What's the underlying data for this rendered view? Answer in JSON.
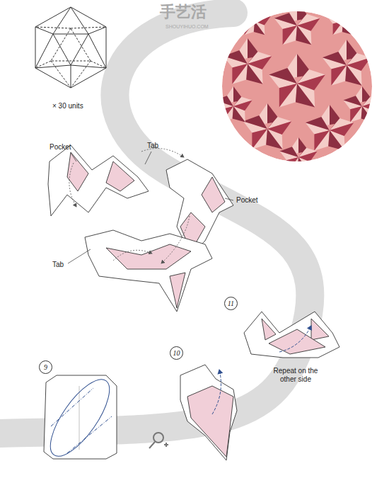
{
  "diagram": {
    "nodes": [
      {
        "text": [
          "11"
        ]
      },
      {
        "text": [
          "10"
        ]
      },
      {
        "text": [
          "9"
        ]
      }
    ],
    "labels": [
      "手艺活",
      "SHOUYIHUO.COM",
      "× 30 units",
      "Pocket",
      "Tab",
      "Pocket",
      "Tab",
      "Repeat on the other side"
    ]
  }
}
